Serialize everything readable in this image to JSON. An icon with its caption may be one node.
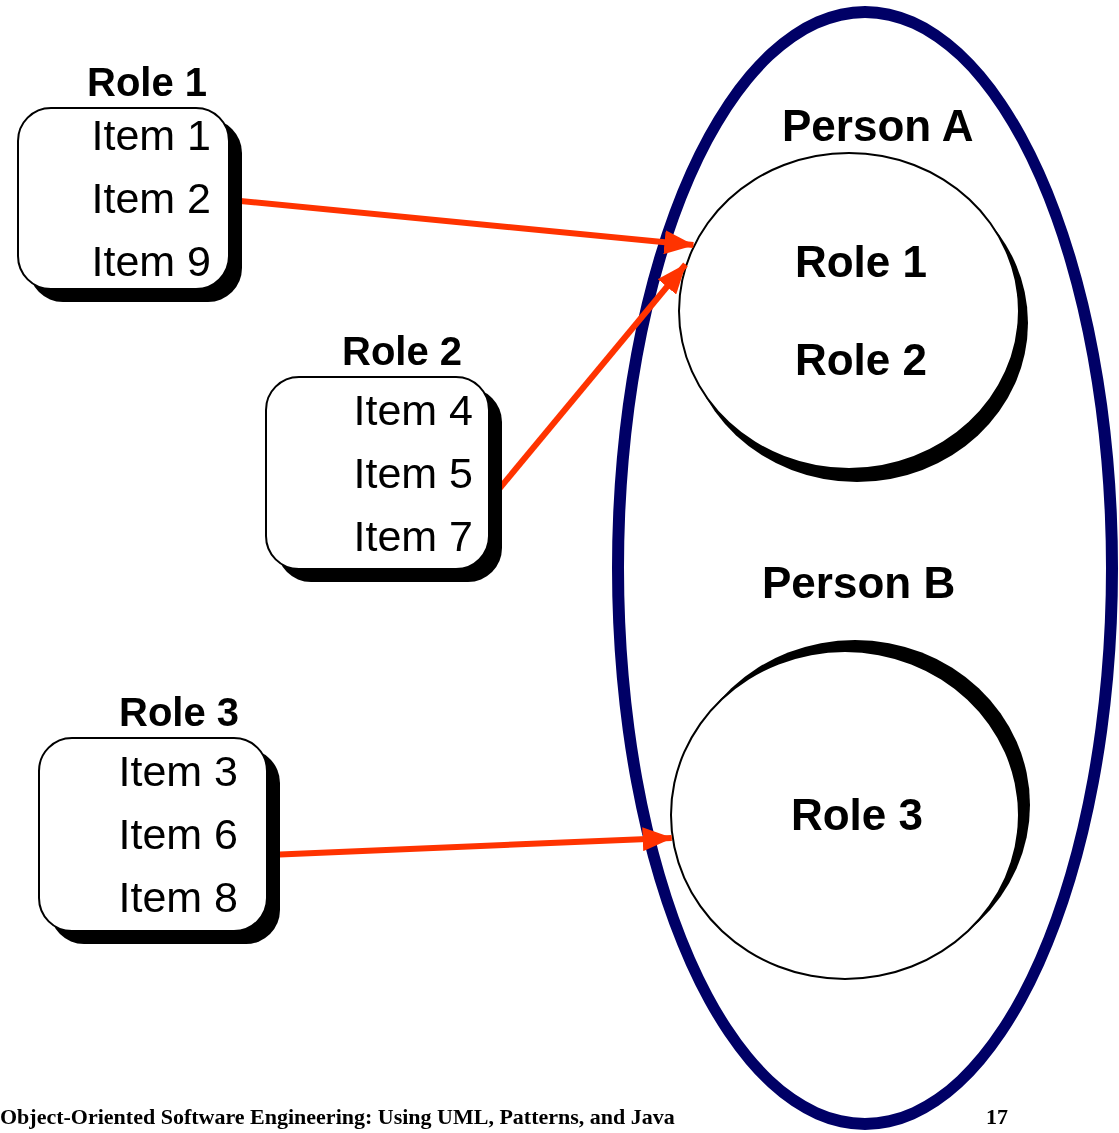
{
  "diagram": {
    "nodes": [
      {
        "text": [
          "Role 1",
          "Item 1",
          "Item 2",
          "Item 9"
        ]
      },
      {
        "text": [
          "Role 2",
          "Item 4",
          "Item 5",
          "Item 7"
        ]
      },
      {
        "text": [
          "Role 3",
          "Item 3",
          "Item 6",
          "Item 8"
        ]
      },
      {
        "text": [
          "Person A",
          "Person B"
        ]
      },
      {
        "text": [
          "Role 1",
          "Role 2"
        ],
        "in": 3
      },
      {
        "text": [
          "Role 3"
        ],
        "in": 3
      }
    ],
    "edges": [
      {
        "from": 0,
        "to": 4,
        "arrow": "to"
      },
      {
        "from": 1,
        "to": 4,
        "arrow": "to"
      },
      {
        "from": 2,
        "to": 5,
        "arrow": "to"
      }
    ],
    "labels": [
      "Object-Oriented Software Engineering: Using UML, Patterns, and Java",
      "17"
    ]
  }
}
